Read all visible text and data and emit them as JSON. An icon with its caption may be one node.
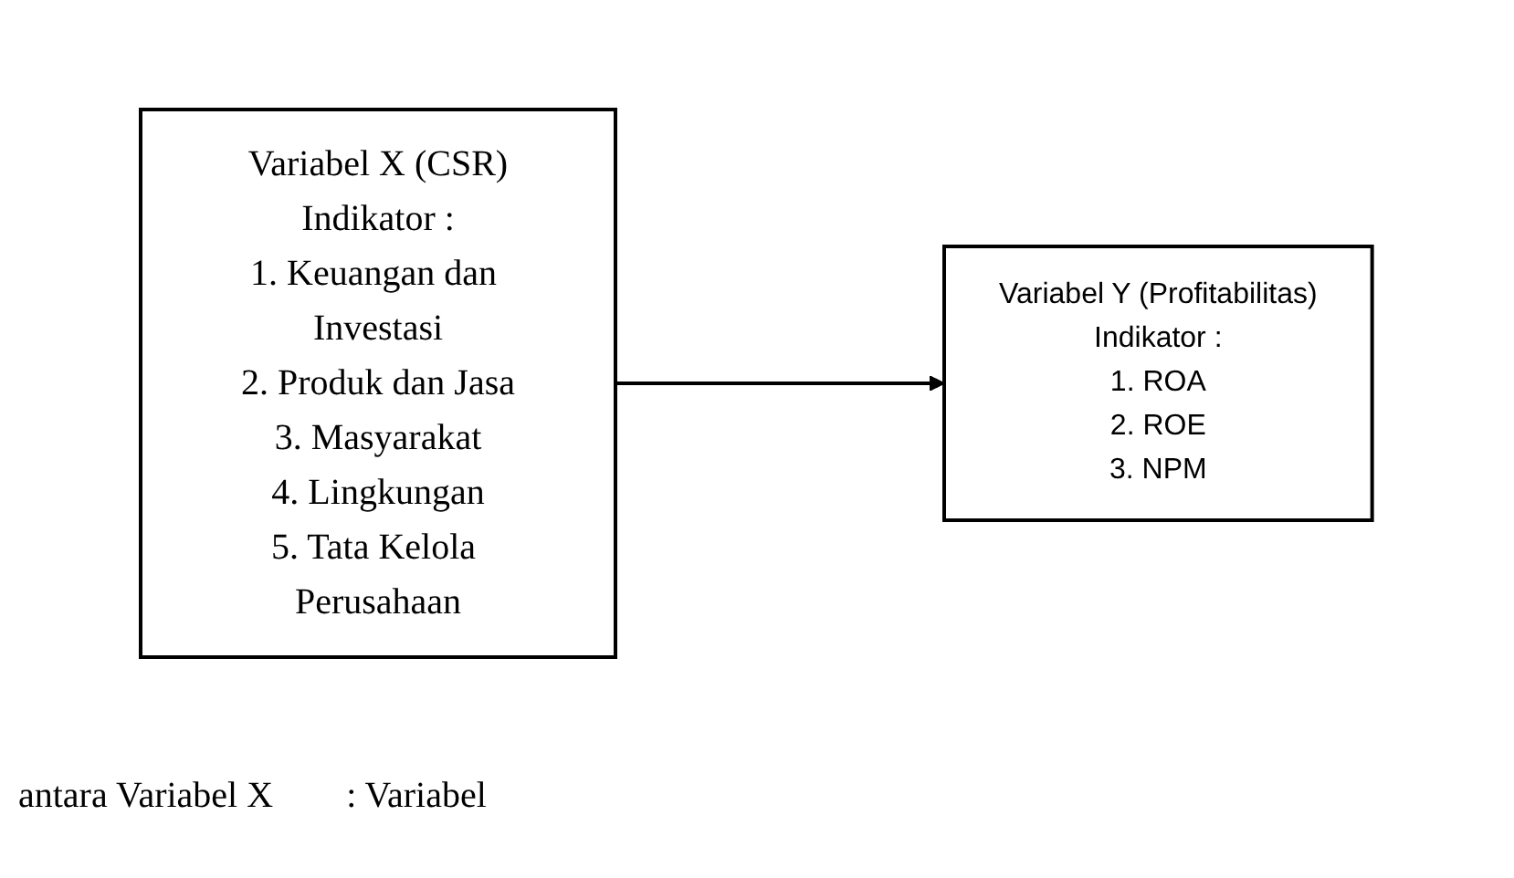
{
  "diagram": {
    "nodes": [
      {
        "text": [
          "Variabel X (CSR)",
          "Indikator :",
          "1. Keuangan dan Investasi",
          "2. Produk dan Jasa",
          "3. Masyarakat",
          "4. Lingkungan",
          "5. Tata Kelola Perusahaan"
        ]
      },
      {
        "text": [
          "Variabel Y (Profitabilitas)",
          "Indikator :",
          "1. ROA",
          "2. ROE",
          "3. NPM"
        ]
      }
    ],
    "edges": [
      {
        "from": 0,
        "to": 1,
        "arrow": "to"
      }
    ],
    "labels": [
      "antara Variabel X",
      ": Variabel"
    ]
  }
}
